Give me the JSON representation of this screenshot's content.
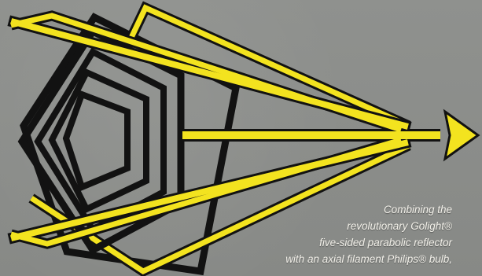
{
  "caption": {
    "lines": [
      "Combining the",
      "revolutionary Golight®",
      "five-sided parabolic reflector",
      "with an axial filament Philips® bulb,"
    ]
  },
  "colors": {
    "background": "#8c8e8b",
    "beam": "#f3e31f",
    "outline": "#151515"
  }
}
